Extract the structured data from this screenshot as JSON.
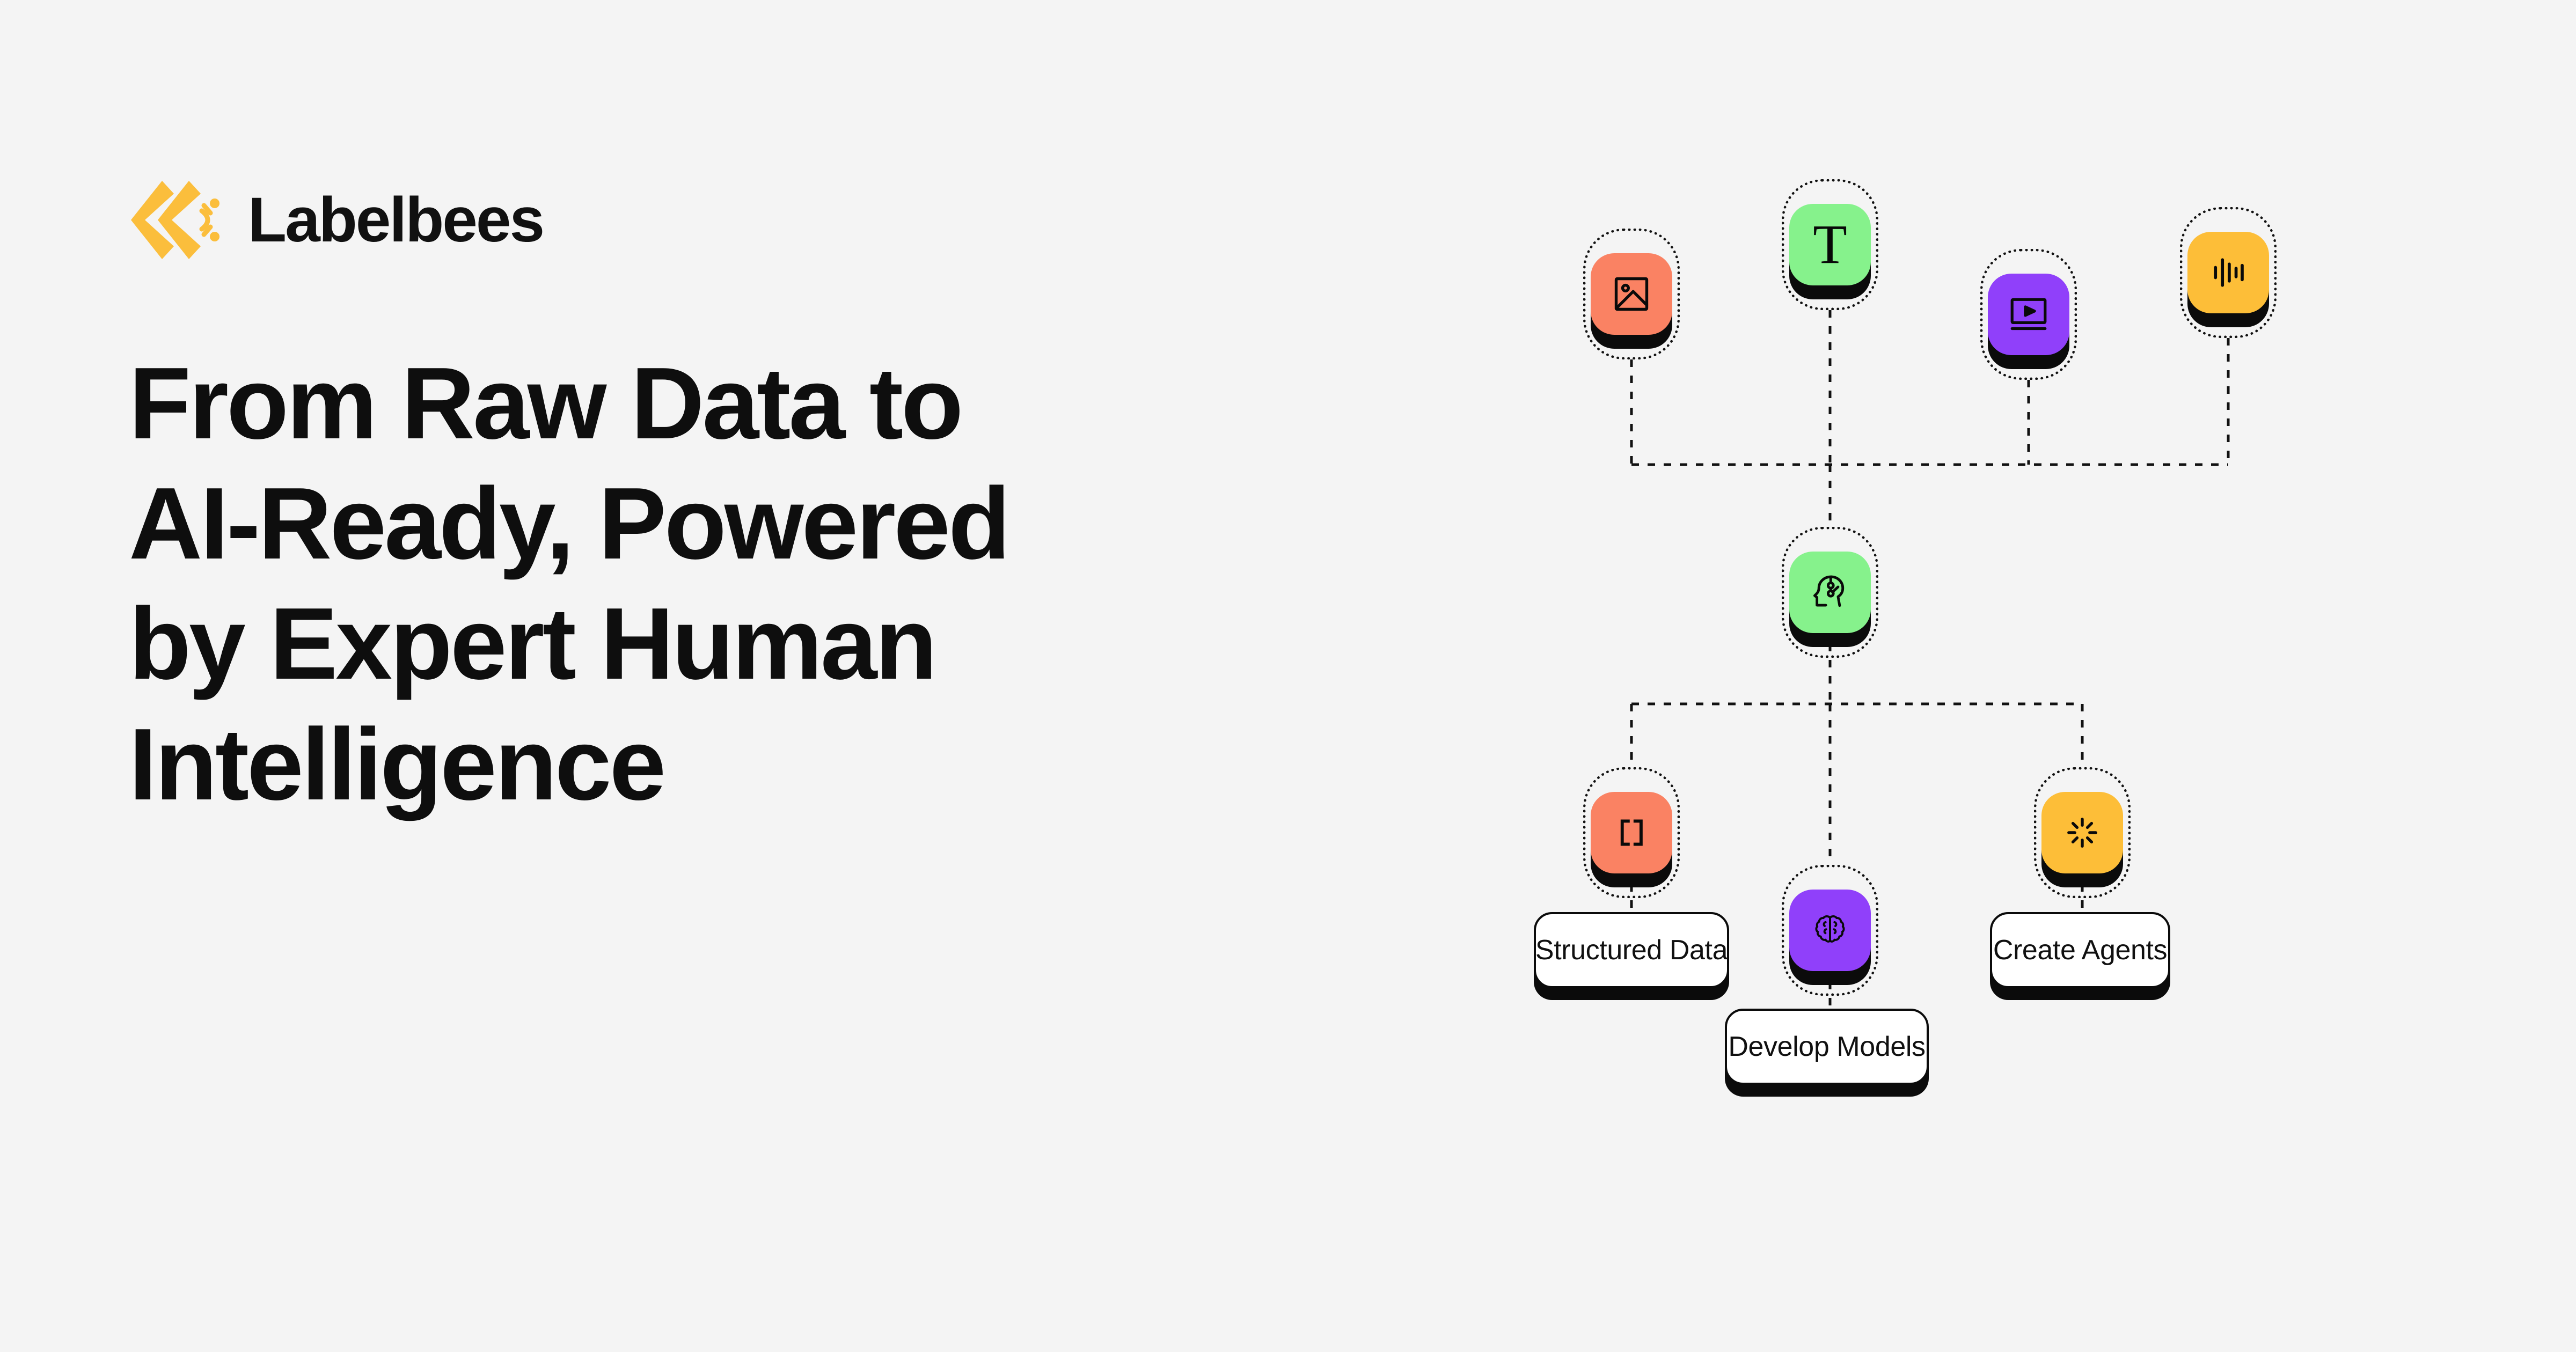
{
  "page": {
    "background_color": "#F4F4F4",
    "text_color": "#0E0E0E"
  },
  "brand": {
    "name": "Labelbees",
    "logo_icon": "labelbees-chevron-bee-logo",
    "logo_color": "#FBBE3C"
  },
  "headline": {
    "full_text": "From Raw Data to AI-Ready, Powered by Expert Human Intelligence",
    "lines": [
      "From Raw Data to",
      "AI-Ready, Powered",
      "by Expert Human",
      "Intelligence"
    ]
  },
  "diagram": {
    "type": "flow-tree",
    "input_nodes": [
      {
        "id": "image",
        "icon": "image-icon",
        "color": "#FA8263",
        "glyph": ""
      },
      {
        "id": "text",
        "icon": "text-t-icon",
        "color": "#86F28C",
        "glyph": "T"
      },
      {
        "id": "video",
        "icon": "video-play-icon",
        "color": "#9040FA",
        "glyph": ""
      },
      {
        "id": "audio",
        "icon": "audio-wave-icon",
        "color": "#FDBE38",
        "glyph": ""
      }
    ],
    "hub_node": {
      "id": "ai-head",
      "icon": "ai-head-icon",
      "color": "#86F28C"
    },
    "output_nodes": [
      {
        "id": "structured-data",
        "icon": "brackets-icon",
        "color": "#FA8263",
        "label": "Structured Data"
      },
      {
        "id": "develop-models",
        "icon": "brain-icon",
        "color": "#9040FA",
        "label": "Develop Models"
      },
      {
        "id": "create-agents",
        "icon": "spinner-icon",
        "color": "#FDBE38",
        "label": "Create Agents"
      }
    ],
    "connector_style": "dotted",
    "connector_color": "#111111"
  }
}
